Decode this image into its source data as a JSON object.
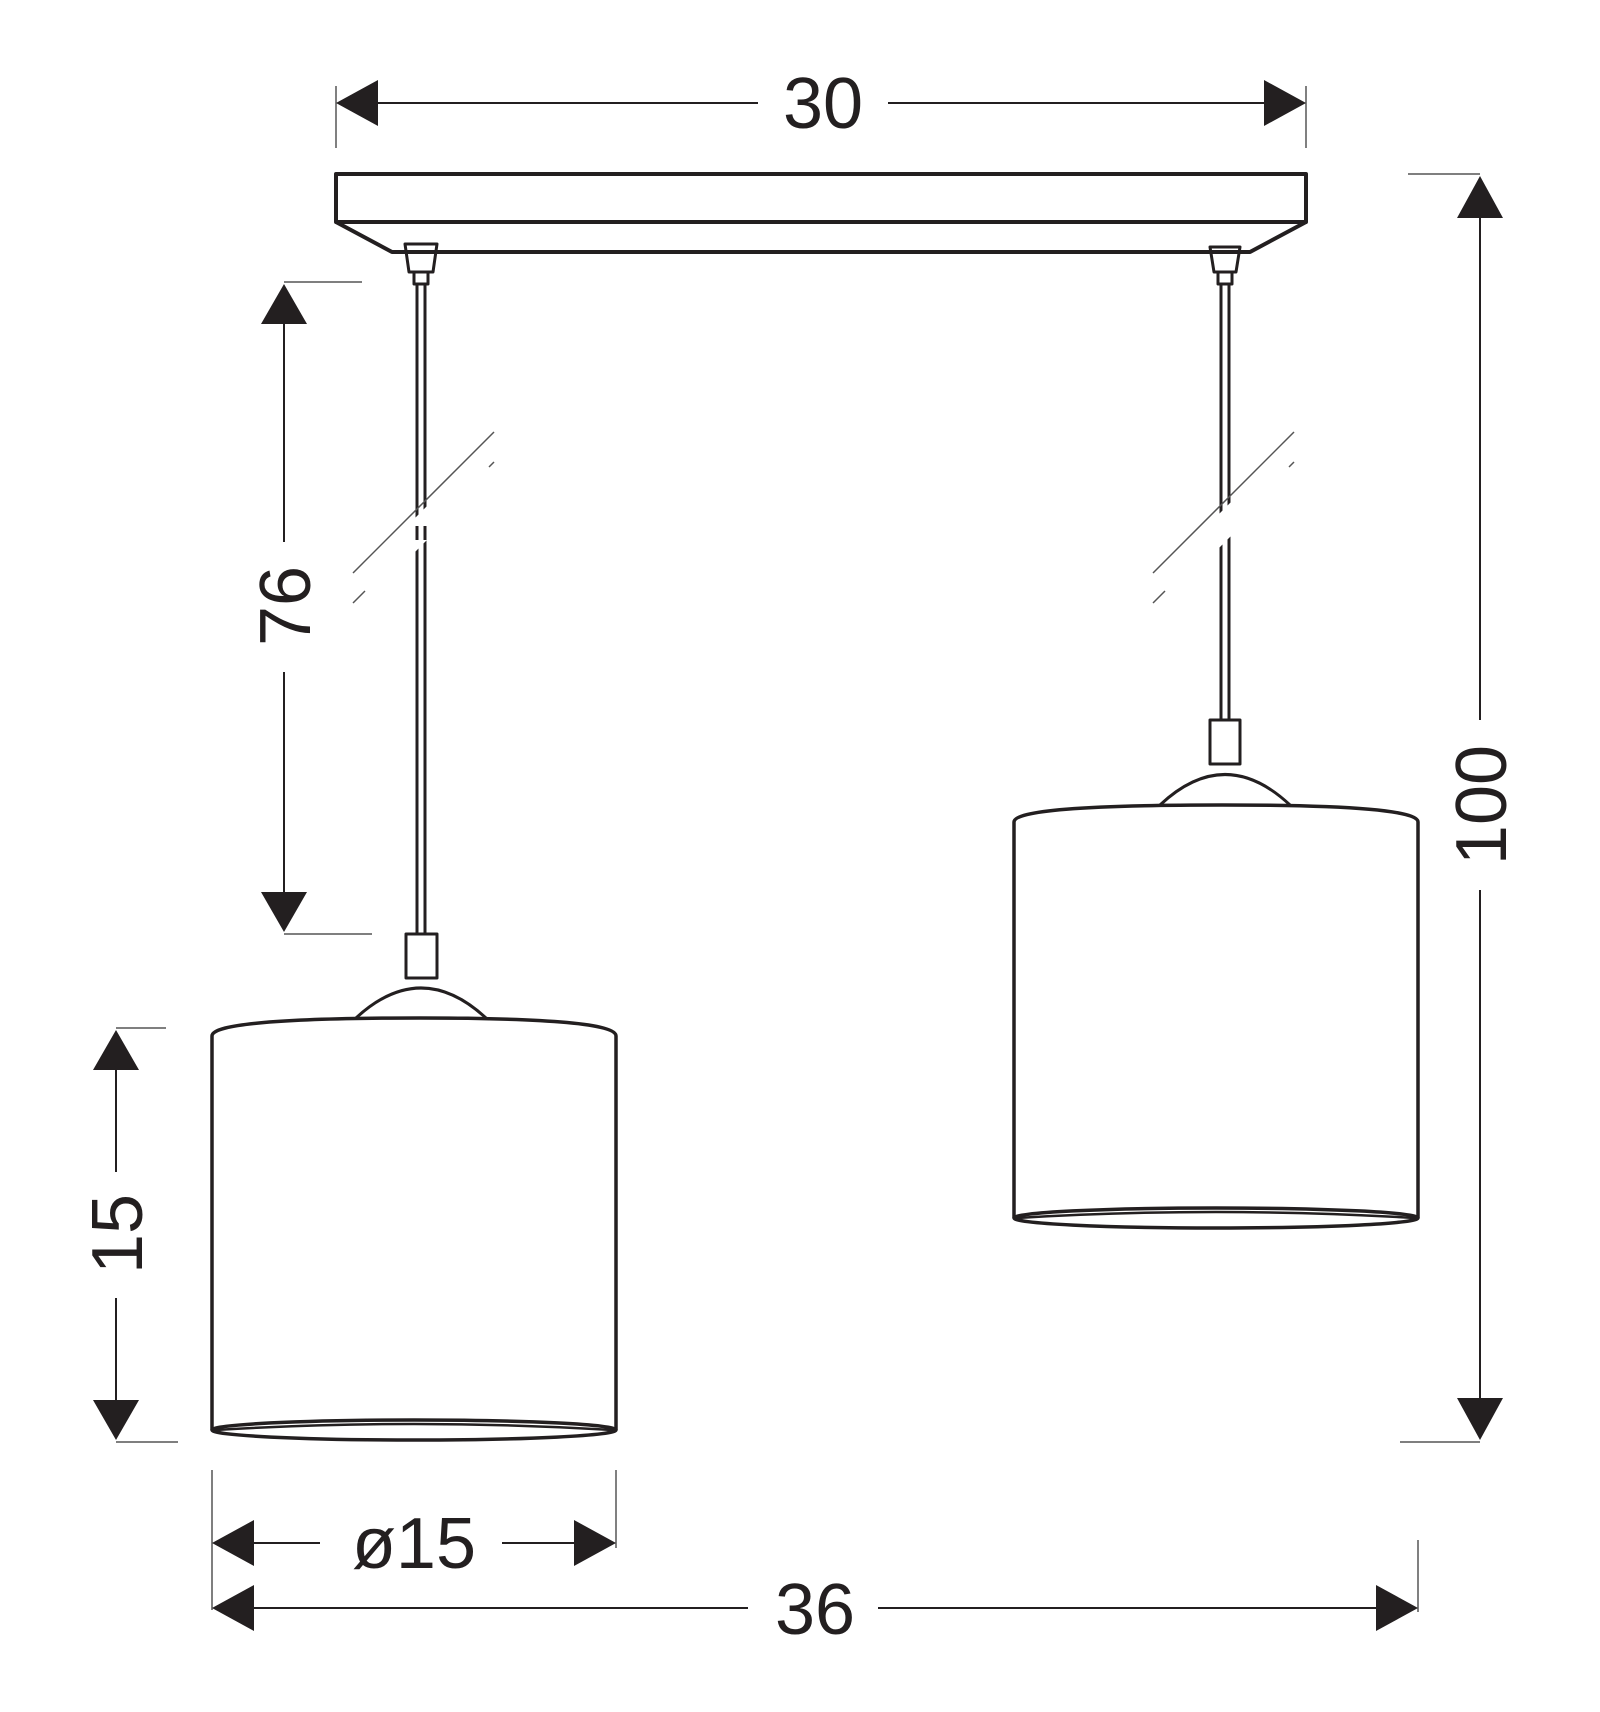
{
  "dimensions": {
    "canopy_width": "30",
    "total_height": "100",
    "cord_length": "76",
    "shade_height": "15",
    "shade_diameter": "ø15",
    "total_width": "36"
  },
  "colors": {
    "line": "#231f20",
    "background": "#ffffff"
  }
}
